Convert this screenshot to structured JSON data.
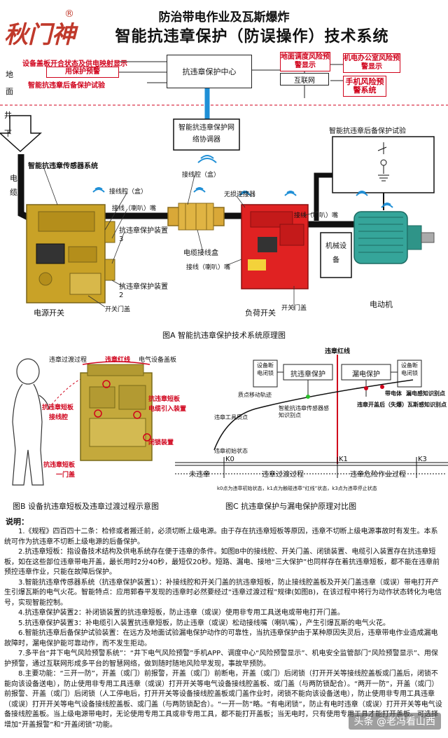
{
  "header": {
    "logo_text": "秋门神",
    "logo_mark": "®",
    "title_line1": "防治带电作业及瓦斯爆炸",
    "title_line2": "智能抗违章保护（防误操作）技术系统"
  },
  "figA": {
    "surface_label_1": "地",
    "surface_label_2": "面",
    "well_label_1": "井",
    "well_label_2": "下",
    "cable_label_1": "电",
    "cable_label_2": "缆",
    "left_red_1": "设备盖板开合状态及供电映射显示",
    "left_red_2": "用保护预警",
    "left_red_3": "智能抗违章后备保护试验",
    "center_box": "抗违章保护中心",
    "internet_box": "互联网",
    "right_red_1": "地面调度风险预警显示",
    "right_red_2": "机电办公室风险预警显示",
    "right_red_3": "手机风险预警系统",
    "coordinator": "智能抗违章保护网络协调器",
    "backup_test": "智能抗违章后备保护试验",
    "sensor_system": "智能抗违章传感器系统",
    "junction_label": "接线腔（盒）",
    "junction_label2": "接线腔（盒）",
    "wireless_link": "无损连接器",
    "horn_mouth": "接线（喇叭）嘴",
    "horn_mouth2": "接线（喇叭）嘴",
    "horn_mouth3": "接线（喇叭）嘴",
    "device3": "抗违章保护装置3",
    "device2": "抗违章保护装置2",
    "cable_box": "电缆接线盒",
    "machine": "机械设备",
    "motor": "电动机",
    "power_switch": "电源开关",
    "load_switch": "负荷开关",
    "door_cover": "开关门盖",
    "door_cover2": "开关门盖",
    "caption": "图A  智能抗违章保护技术系统原理图"
  },
  "figB": {
    "tool": "违章过渡过程",
    "plate": "违章红线",
    "cover": "电气设备盖板",
    "l1": "抗违章短板",
    "l2": "接线腔",
    "l3": "抗违章短板",
    "l4": "电缆引入装置",
    "l5": "闭锁装置",
    "l6": "抗违章短板",
    "l7": "一门盖",
    "caption": "图B  设备抗违章短板及违章过渡过程示意图"
  },
  "figC": {
    "redline": "违章红线",
    "b1": "设备断电闭锁",
    "b2": "抗违章保护",
    "b3": "漏电保护",
    "b4": "设备断电闭锁",
    "q1": "质点移动轨迹",
    "q2": "智能抗违章传感器感知识别点",
    "q3": "违章工具质点",
    "q4": "违章初始状态",
    "r1": "带电体",
    "r2": "漏电感知识别点",
    "r3": "违章开盖后（失爆）瓦斯感知识别点",
    "k0": "K0",
    "k1": "K1",
    "k3": "K3",
    "p1": "未违章",
    "p2": "违章过渡过程",
    "p3": "违章危险作业过程",
    "note": "k0点为违章初始状态，k1点为触碰违章“红线”状态，k3点为违章停止状态",
    "caption": "图C  抗违章保护与漏电保护原理对比图"
  },
  "notes": {
    "heading": "说明：",
    "items": [
      "1.《规程》四百四十二条：检修或者搬迁前，必须切断上级电源。由于存在抗违章短板等原因，违章不切断上级电源事故时有发生。本系统可作为抗违章不切断上级电源的后备保护。",
      "2.抗违章短板：指设备技术结构及供电系统存在便于违章的条件。如图B中的接线腔、开关门盖、闭锁装置、电缆引入装置存在抗违章短板，如在这些部位违章带电开盖，最长用时2分40秒，最短仅20秒。短路、漏电、接地“三大保护”也同样存在着抗违章短板，都不能在违章前预控违章作业，只能在故障后保护。",
      "3.智能抗违章传感器系统（抗违章保护装置1）：补接线腔和开关门盖的抗违章短板，防止接线腔盖板及开关门盖违章（或误）带电打开产生引爆瓦斯的电气火花。智能特点：应用郭春平发现的违章时必然要经过“违章过渡过程”规律(如图B)，在该过程中将行为动作状态转化为电信号，实现智能控制。",
      "4.抗违章保护装置2：补闭锁装置的抗违章短板，防止违章（或误）使用非专用工具送电或带电打开门盖。",
      "5.抗违章保护装置3：补电缆引入装置抗违章短板，防止违章（或误）松动接线嘴（喇叭嘴），产生引爆瓦斯的电气火花。",
      "6.智能抗违章后备保护试验装置：在远方及地面试验漏电保护动作的可靠性，当抗违章保护由于某种原因失灵后，违章带电作业造成漏电故障时，漏电保护能可靠动作，而不发生拒动。",
      "7.多平台“井下电气风险预警系统”：“井下电气风险预警”手机APP、调度中心“风险预警显示”、机电安全监管部门“风险预警显示”、用保护预警，通过互联网形成多平台的智慧网络，做到随时随地风险早发现，事故早预防。",
      "8.主要功能：“三开一防”，开盖（或门）前报警，开盖（或门）前断电，开盖（或门）后闭锁（打开开关等接线腔盖板或门盖后，闭锁不能向该设备送电），防止使用非专用工具违章（或误）打开开关等电气设备接线腔盖板、或门盖（与两防锁配合）。“两开一防”，开盖（或门）前报警、开盖（或门）后闭锁（人工停电后，打开开关等设备接线腔盖板或门盖作业时，闭锁不能向该设备送电），防止使用非专用工具违章（或误）打开开关等电气设备接线腔盖板、或门盖（与两防锁配合）。“一开一防”略。“有电闭锁”，防止有电时违章（或误）打开开关等电气设备接线腔盖板。当上级电源带电时，无论使用专用工具或非专用工具，都不能打开盖板；当无电时，只有使用专用工具才能打开盖板。可选择增加“开盖报警”和“开盖闭锁”功能。"
    ]
  },
  "watermark": "头条 @老冯看山西",
  "colors": {
    "red": "#d0021b",
    "blue": "#1f8fd6",
    "yellow": "#c9a227",
    "cable": "#111111"
  }
}
